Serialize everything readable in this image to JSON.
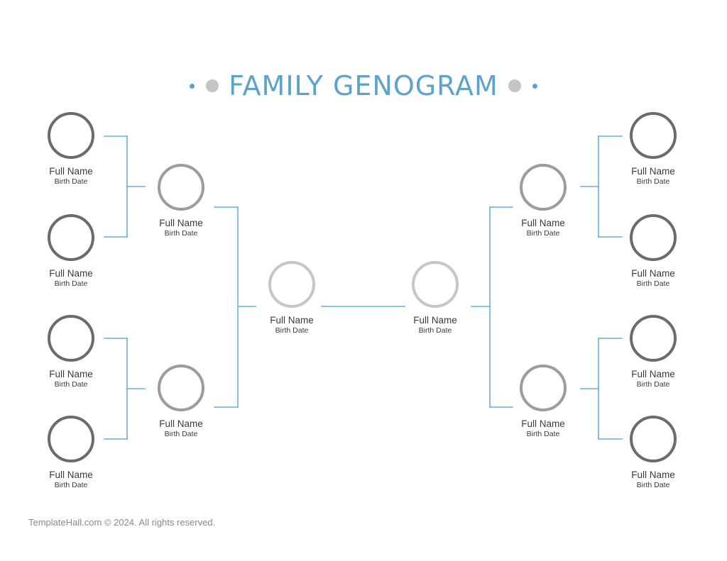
{
  "title": "FAMILY GENOGRAM",
  "footer": "TemplateHall.com © 2024. All rights reserved.",
  "colors": {
    "title": "#5ba3c9",
    "connector": "#6aaed6",
    "title_dot_small": "#5ba3c9",
    "title_dot_big": "#c4c4c4",
    "circle_grandparent": "#6b6b6b",
    "circle_parent": "#9c9c9c",
    "circle_self": "#c6c6c6"
  },
  "people": [
    {
      "id": "left-grandparent-1",
      "name": "Full Name",
      "birth_date": "Birth Date",
      "generation": "grandparent"
    },
    {
      "id": "left-grandparent-2",
      "name": "Full Name",
      "birth_date": "Birth Date",
      "generation": "grandparent"
    },
    {
      "id": "left-grandparent-3",
      "name": "Full Name",
      "birth_date": "Birth Date",
      "generation": "grandparent"
    },
    {
      "id": "left-grandparent-4",
      "name": "Full Name",
      "birth_date": "Birth Date",
      "generation": "grandparent"
    },
    {
      "id": "left-parent-1",
      "name": "Full Name",
      "birth_date": "Birth Date",
      "generation": "parent"
    },
    {
      "id": "left-parent-2",
      "name": "Full Name",
      "birth_date": "Birth Date",
      "generation": "parent"
    },
    {
      "id": "left-partner",
      "name": "Full Name",
      "birth_date": "Birth Date",
      "generation": "self"
    },
    {
      "id": "right-partner",
      "name": "Full Name",
      "birth_date": "Birth Date",
      "generation": "self"
    },
    {
      "id": "right-parent-1",
      "name": "Full Name",
      "birth_date": "Birth Date",
      "generation": "parent"
    },
    {
      "id": "right-parent-2",
      "name": "Full Name",
      "birth_date": "Birth Date",
      "generation": "parent"
    },
    {
      "id": "right-grandparent-1",
      "name": "Full Name",
      "birth_date": "Birth Date",
      "generation": "grandparent"
    },
    {
      "id": "right-grandparent-2",
      "name": "Full Name",
      "birth_date": "Birth Date",
      "generation": "grandparent"
    },
    {
      "id": "right-grandparent-3",
      "name": "Full Name",
      "birth_date": "Birth Date",
      "generation": "grandparent"
    },
    {
      "id": "right-grandparent-4",
      "name": "Full Name",
      "birth_date": "Birth Date",
      "generation": "grandparent"
    }
  ]
}
